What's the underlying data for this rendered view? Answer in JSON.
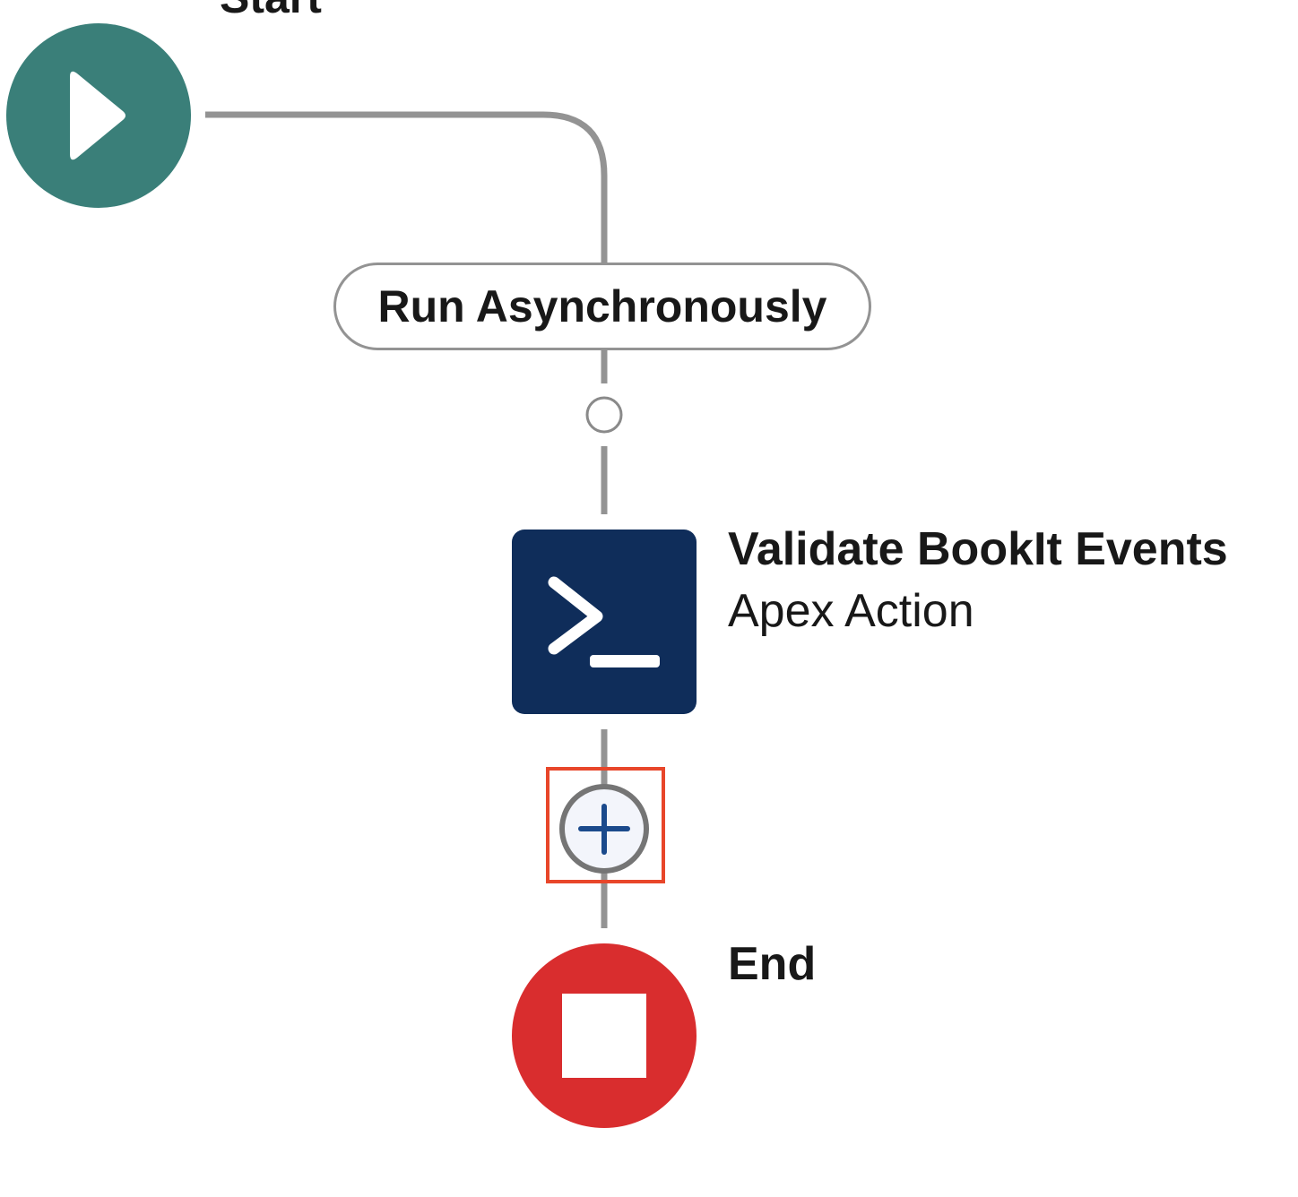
{
  "flow": {
    "start": {
      "label": "Start",
      "icon": "play-icon",
      "color": "#3a7f79"
    },
    "path": {
      "label": "Run Asynchronously"
    },
    "action": {
      "title": "Validate BookIt Events",
      "subtitle": "Apex Action",
      "icon": "apex-terminal-icon",
      "color": "#0f2d5a"
    },
    "add_element": {
      "icon": "plus-icon",
      "highlight_color": "#e8462a"
    },
    "end": {
      "label": "End",
      "icon": "stop-icon",
      "color": "#d92d2e"
    },
    "connector_color": "#939393"
  }
}
